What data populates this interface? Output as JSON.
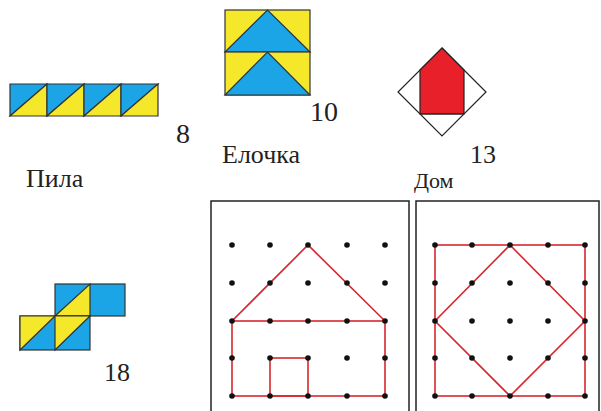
{
  "diagram": {
    "labels": [
      "8",
      "Пила",
      "10",
      "Елочка",
      "13",
      "Дом",
      "18"
    ]
  }
}
